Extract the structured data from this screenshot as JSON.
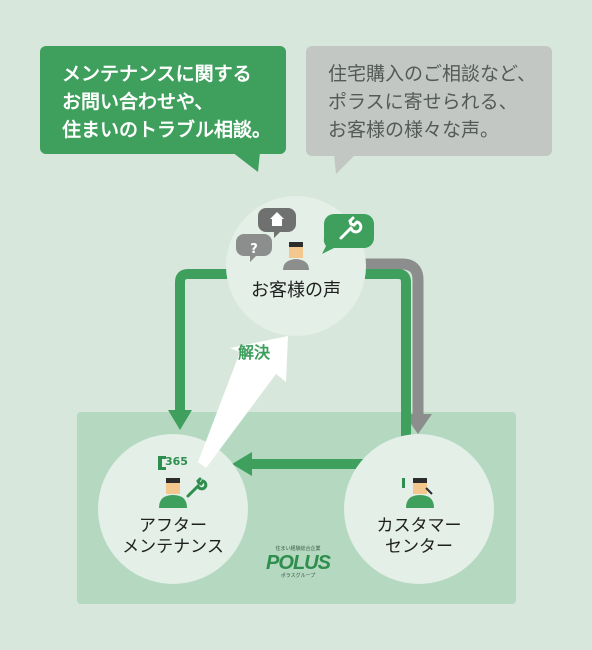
{
  "bubbles": {
    "maintenance": [
      "メンテナンスに関する",
      "お問い合わせや、",
      "住まいのトラブル相談。"
    ],
    "customer": [
      "住宅購入のご相談など、",
      "ポラスに寄せられる、",
      "お客様の様々な声。"
    ]
  },
  "nodes": {
    "voice": "お客様の声",
    "after_maintenance": [
      "アフター",
      "メンテナンス"
    ],
    "customer_center": [
      "カスタマー",
      "センター"
    ]
  },
  "resolve_label": "解決",
  "badge_365": "365",
  "logo": {
    "tagline": "住まい経験総合企業",
    "name": "POLUS",
    "group": "ポラスグループ"
  },
  "colors": {
    "green": "#3f9f5d",
    "gray": "#8c8e8d",
    "panel": "#b4d9c0",
    "background": "#d7e7dc"
  }
}
